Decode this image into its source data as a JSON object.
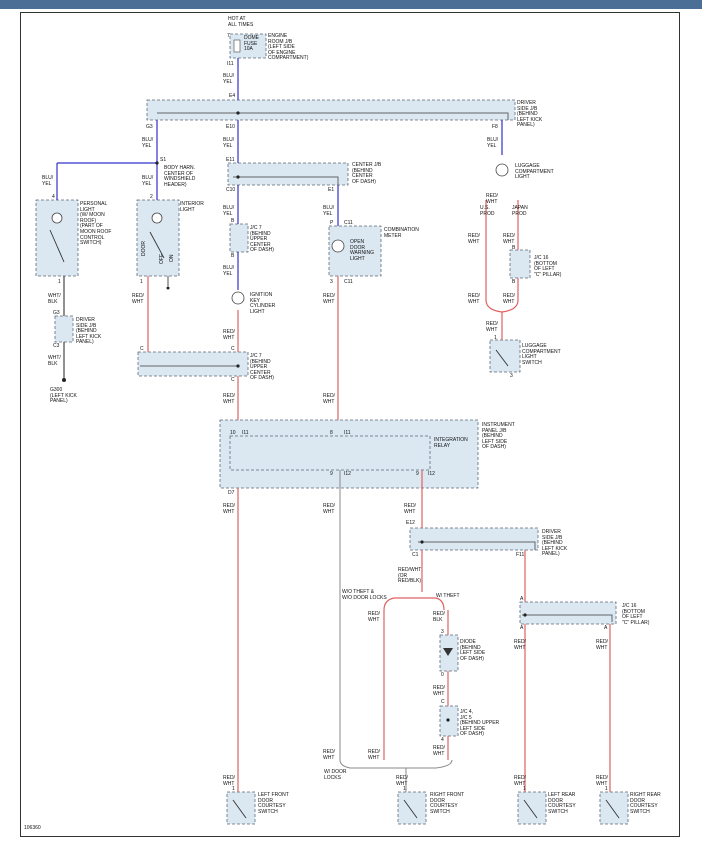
{
  "diagram_id": "106360",
  "colors": {
    "blue_wire": "#3333cc",
    "red_wire": "#e06060",
    "box_fill": "#dbe8f2",
    "box_stroke": "#5a6a7a",
    "header": "#4a6e96"
  },
  "source": {
    "hot": "HOT AT\nALL TIMES",
    "fuse": "DOME\nFUSE\n10A",
    "fuse_loc": "ENGINE\nROOM J/B\n(LEFT SIDE\nOF ENGINE\nCOMPARTMENT)"
  },
  "driver_jb_top": "DRIVER\nSIDE J/B\n(BEHIND\nLEFT KICK\nPANEL)",
  "center_jb": "CENTER J/B\n(BEHIND\nCENTER\nOF DASH)",
  "jc7": "J/C 7\n(BEHIND\nUPPER\nCENTER\nOF DASH)",
  "combination_meter": "COMBINATION\nMETER",
  "open_door_light": "OPEN\nDOOR\nWARNING\nLIGHT",
  "ignition_key_light": "IGNITION\nKEY\nCYLINDER\nLIGHT",
  "personal_light": "PERSONAL\nLIGHT\n(W/ MOON\nROOF)\n(PART OF\nMOON ROOF\nCONTROL\nSWITCH)",
  "interior_light": "INTERIOR\nLIGHT",
  "body_harn": "BODY HARN.\nCENTER OF\nWINDSHIELD\nHEADER)",
  "driver_jb_small": "DRIVER\nSIDE J/B\n(BEHIND\nLEFT KICK\nPANEL)",
  "ground": "G300\n(LEFT KICK\nPANEL)",
  "luggage_light": "LUGGAGE\nCOMPARTMENT\nLIGHT",
  "us_prod": "U.S.\nPROD",
  "japan_prod": "JAPAN\nPROD",
  "jc16_top": "J/C 16\n(BOTTOM\nOF LEFT\n\"C\" PILLAR)",
  "luggage_switch": "LUGGAGE\nCOMPARTMENT\nLIGHT\nSWITCH",
  "instrument_jb": "INSTRUMENT\nPANEL J/B\n(BEHIND\nLEFT SIDE\nOF DASH)",
  "integration_relay": "INTEGRATION\nRELAY",
  "driver_jb_mid": "DRIVER\nSIDE J/B\n(BEHIND\nLEFT KICK\nPANEL)",
  "jc16_mid": "J/C 16\n(BOTTOM\nOF LEFT\n\"C\" PILLAR)",
  "diode": "DIODE\n(BEHIND\nLEFT SIDE\nOF DASH)",
  "jc4_jc5": "J/C 4,\nJ/C 5\n(BEHIND UPPER\nLEFT SIDE\nOF DASH)",
  "wo_theft": "W/O THEFT &\nW/O DOOR LOCKS",
  "w_theft": "W/ THEFT",
  "w_door_locks": "W/ DOOR\nLOCKS",
  "red_wht_or": "RED/WHT\n(OR\nRED/BLK)",
  "lf_switch": "LEFT FRONT\nDOOR\nCOURTESY\nSWITCH",
  "rf_switch": "RIGHT FRONT\nDOOR\nCOURTESY\nSWITCH",
  "lr_switch": "LEFT REAR\nDOOR\nCOURTESY\nSWITCH",
  "rr_switch": "RIGHT REAR\nDOOR\nCOURTESY\nSWITCH",
  "wires": {
    "blu_yel": "BLU/\nYEL",
    "red_wht": "RED/\nWHT",
    "wht_blk": "WHT/\nBLK",
    "red_blk": "RED/\nBLK"
  },
  "switch_marks": {
    "door": "DOOR",
    "off": "OFF",
    "on": "ON"
  },
  "pins": {
    "fuse_top": "7",
    "fuse_bot": "I11",
    "e4": "E4",
    "g3": "G3",
    "e10": "E10",
    "f8": "F8",
    "s1": "S1",
    "s3": "3",
    "e11": "E11",
    "c10": "C10",
    "c10b": "C10",
    "e1": "E1",
    "c11": "C11",
    "c11b": "C11",
    "p": "P",
    "p3": "3",
    "pl4": "4",
    "pl1": "1",
    "il2": "2",
    "il1": "1",
    "g3b": "G3",
    "c3": "C3",
    "b": "B",
    "b2": "B",
    "b1": "B",
    "c_a": "C",
    "c_b": "C",
    "c_c": "C",
    "lugc": "1",
    "lug2": "2",
    "lug3": "3",
    "j10": "10",
    "i11": "I11",
    "i1": "8",
    "i11b": "I11",
    "o9": "9",
    "o12": "I12",
    "o7": "D7",
    "e12": "E12",
    "c1": "C1",
    "f11": "F11",
    "a": "A",
    "a1": "A",
    "a2": "A",
    "d3": "3",
    "d0": "0",
    "c4": "C",
    "e4b": "E",
    "b4": "4",
    "sw1": "1",
    "sw2": "1",
    "sw3": "1",
    "sw4": "1"
  }
}
